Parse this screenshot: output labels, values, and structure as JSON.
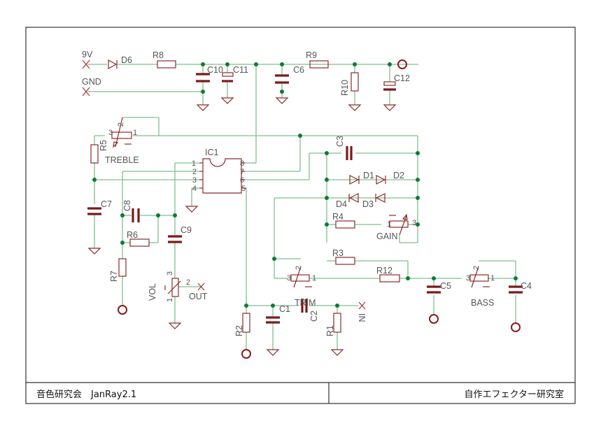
{
  "title_block": {
    "left": "音色研究会　JanRay2.1",
    "right": "自作エフェクター研究室"
  },
  "connectors": {
    "power": "9V",
    "ground": "GND",
    "input": "IN",
    "output": "OUT"
  },
  "ic": {
    "name": "IC1",
    "pins": [
      "1",
      "2",
      "3",
      "4",
      "5",
      "6",
      "7",
      "8"
    ]
  },
  "parts": {
    "resistors": [
      "R1",
      "R2",
      "R3",
      "R4",
      "R6",
      "R7",
      "R8",
      "R9",
      "R10",
      "R12"
    ],
    "capacitors": [
      "C1",
      "C2",
      "C3",
      "C4",
      "C5",
      "C6",
      "C7",
      "C8",
      "C9",
      "C10",
      "C11",
      "C12"
    ],
    "diodes": [
      "D1",
      "D2",
      "D3",
      "D4",
      "D6"
    ],
    "pots": [
      {
        "ref": "R5",
        "name": "TREBLE"
      },
      {
        "ref": "",
        "name": "VOL"
      },
      {
        "ref": "",
        "name": "GAIN"
      },
      {
        "ref": "",
        "name": "BASS"
      },
      {
        "ref": "",
        "name": "TRIM"
      }
    ]
  },
  "labels": {
    "R1": "R1",
    "R2": "R2",
    "R3": "R3",
    "R4": "R4",
    "R5": "R5",
    "R6": "R6",
    "R7": "R7",
    "R8": "R8",
    "R9": "R9",
    "R10": "R10",
    "R12": "R12",
    "C1": "C1",
    "C2": "C2",
    "C3": "C3",
    "C4": "C4",
    "C5": "C5",
    "C6": "C6",
    "C7": "C7",
    "C8": "C8",
    "C9": "C9",
    "C10": "C10",
    "C11": "C11",
    "C12": "C12",
    "D1": "D1",
    "D2": "D2",
    "D3": "D3",
    "D4": "D4",
    "D6": "D6",
    "TREBLE": "TREBLE",
    "VOL": "VOL",
    "GAIN": "GAIN",
    "BASS": "BASS",
    "TRIM": "TRIM",
    "pin1": "1",
    "pin2": "2",
    "pin3": "3"
  }
}
